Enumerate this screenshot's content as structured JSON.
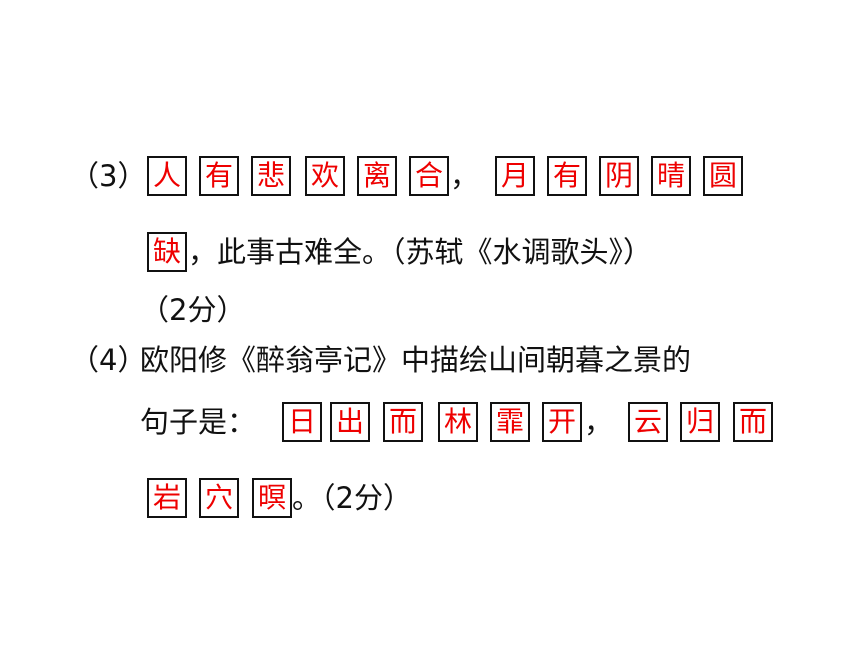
{
  "q3": {
    "number": "（3）",
    "blanks1": [
      "人",
      "有",
      "悲",
      "欢",
      "离",
      "合"
    ],
    "comma": "，",
    "blanks2": [
      "月",
      "有",
      "阴",
      "晴",
      "圆"
    ],
    "blank3": "缺",
    "tail": "，此事古难全。（苏轼《水调歌头》）",
    "score": "（2分）"
  },
  "q4": {
    "number": "（4）",
    "prompt": "欧阳修《醉翁亭记》中描绘山间朝暮之景的",
    "prompt2": "句子是：",
    "blanks1": [
      "日",
      "出",
      "而",
      "林",
      "霏",
      "开"
    ],
    "comma": "，",
    "blanks2": [
      "云",
      "归",
      "而"
    ],
    "blanks3": [
      "岩",
      "穴",
      "暝"
    ],
    "score": "。（2分）"
  },
  "colors": {
    "answer": "#ee0000",
    "text": "#111111",
    "border": "#111111"
  }
}
